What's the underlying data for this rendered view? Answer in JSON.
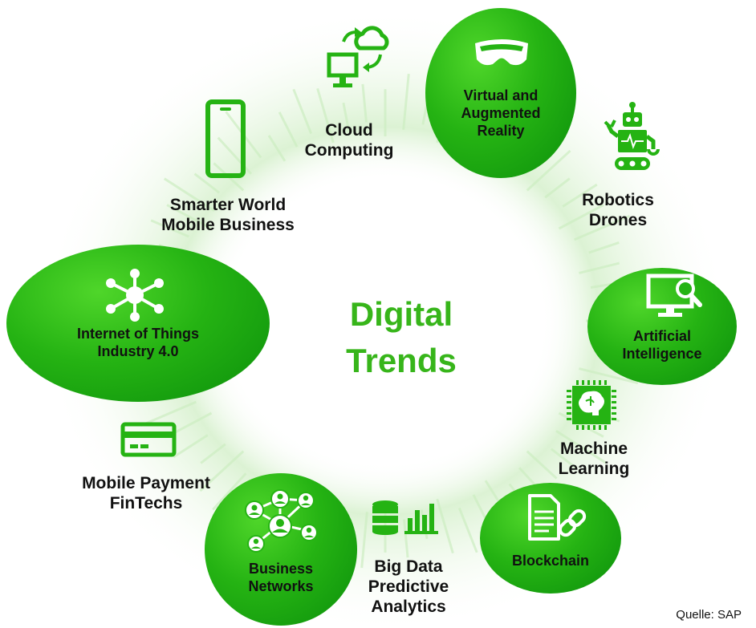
{
  "center_title": [
    "Digital",
    "Trends"
  ],
  "source": "Quelle: SAP",
  "colors": {
    "green": "#25b313",
    "dark_green": "#0b8f0b",
    "title_green": "#37b51a"
  },
  "trends": {
    "cloud": {
      "lines": [
        "Cloud",
        "Computing"
      ],
      "icon": "cloud-sync-monitor-icon"
    },
    "vr": {
      "lines": [
        "Virtual and",
        "Augmented",
        "Reality"
      ],
      "icon": "vr-headset-icon"
    },
    "robotics": {
      "lines": [
        "Robotics",
        "Drones"
      ],
      "icon": "robot-icon"
    },
    "ai": {
      "lines": [
        "Artificial",
        "Intelligence"
      ],
      "icon": "monitor-search-icon"
    },
    "ml": {
      "lines": [
        "Machine",
        "Learning"
      ],
      "icon": "brain-chip-icon"
    },
    "blockchain": {
      "lines": [
        "Blockchain"
      ],
      "icon": "document-chain-icon"
    },
    "bigdata": {
      "lines": [
        "Big Data",
        "Predictive",
        "Analytics"
      ],
      "icon": "database-chart-icon"
    },
    "networks": {
      "lines": [
        "Business",
        "Networks"
      ],
      "icon": "people-network-icon"
    },
    "payment": {
      "lines": [
        "Mobile Payment",
        "FinTechs"
      ],
      "icon": "credit-card-icon"
    },
    "iot": {
      "lines": [
        "Internet of Things",
        "Industry 4.0"
      ],
      "icon": "hub-nodes-icon"
    },
    "mobile": {
      "lines": [
        "Smarter World",
        "Mobile Business"
      ],
      "icon": "smartphone-icon"
    }
  }
}
